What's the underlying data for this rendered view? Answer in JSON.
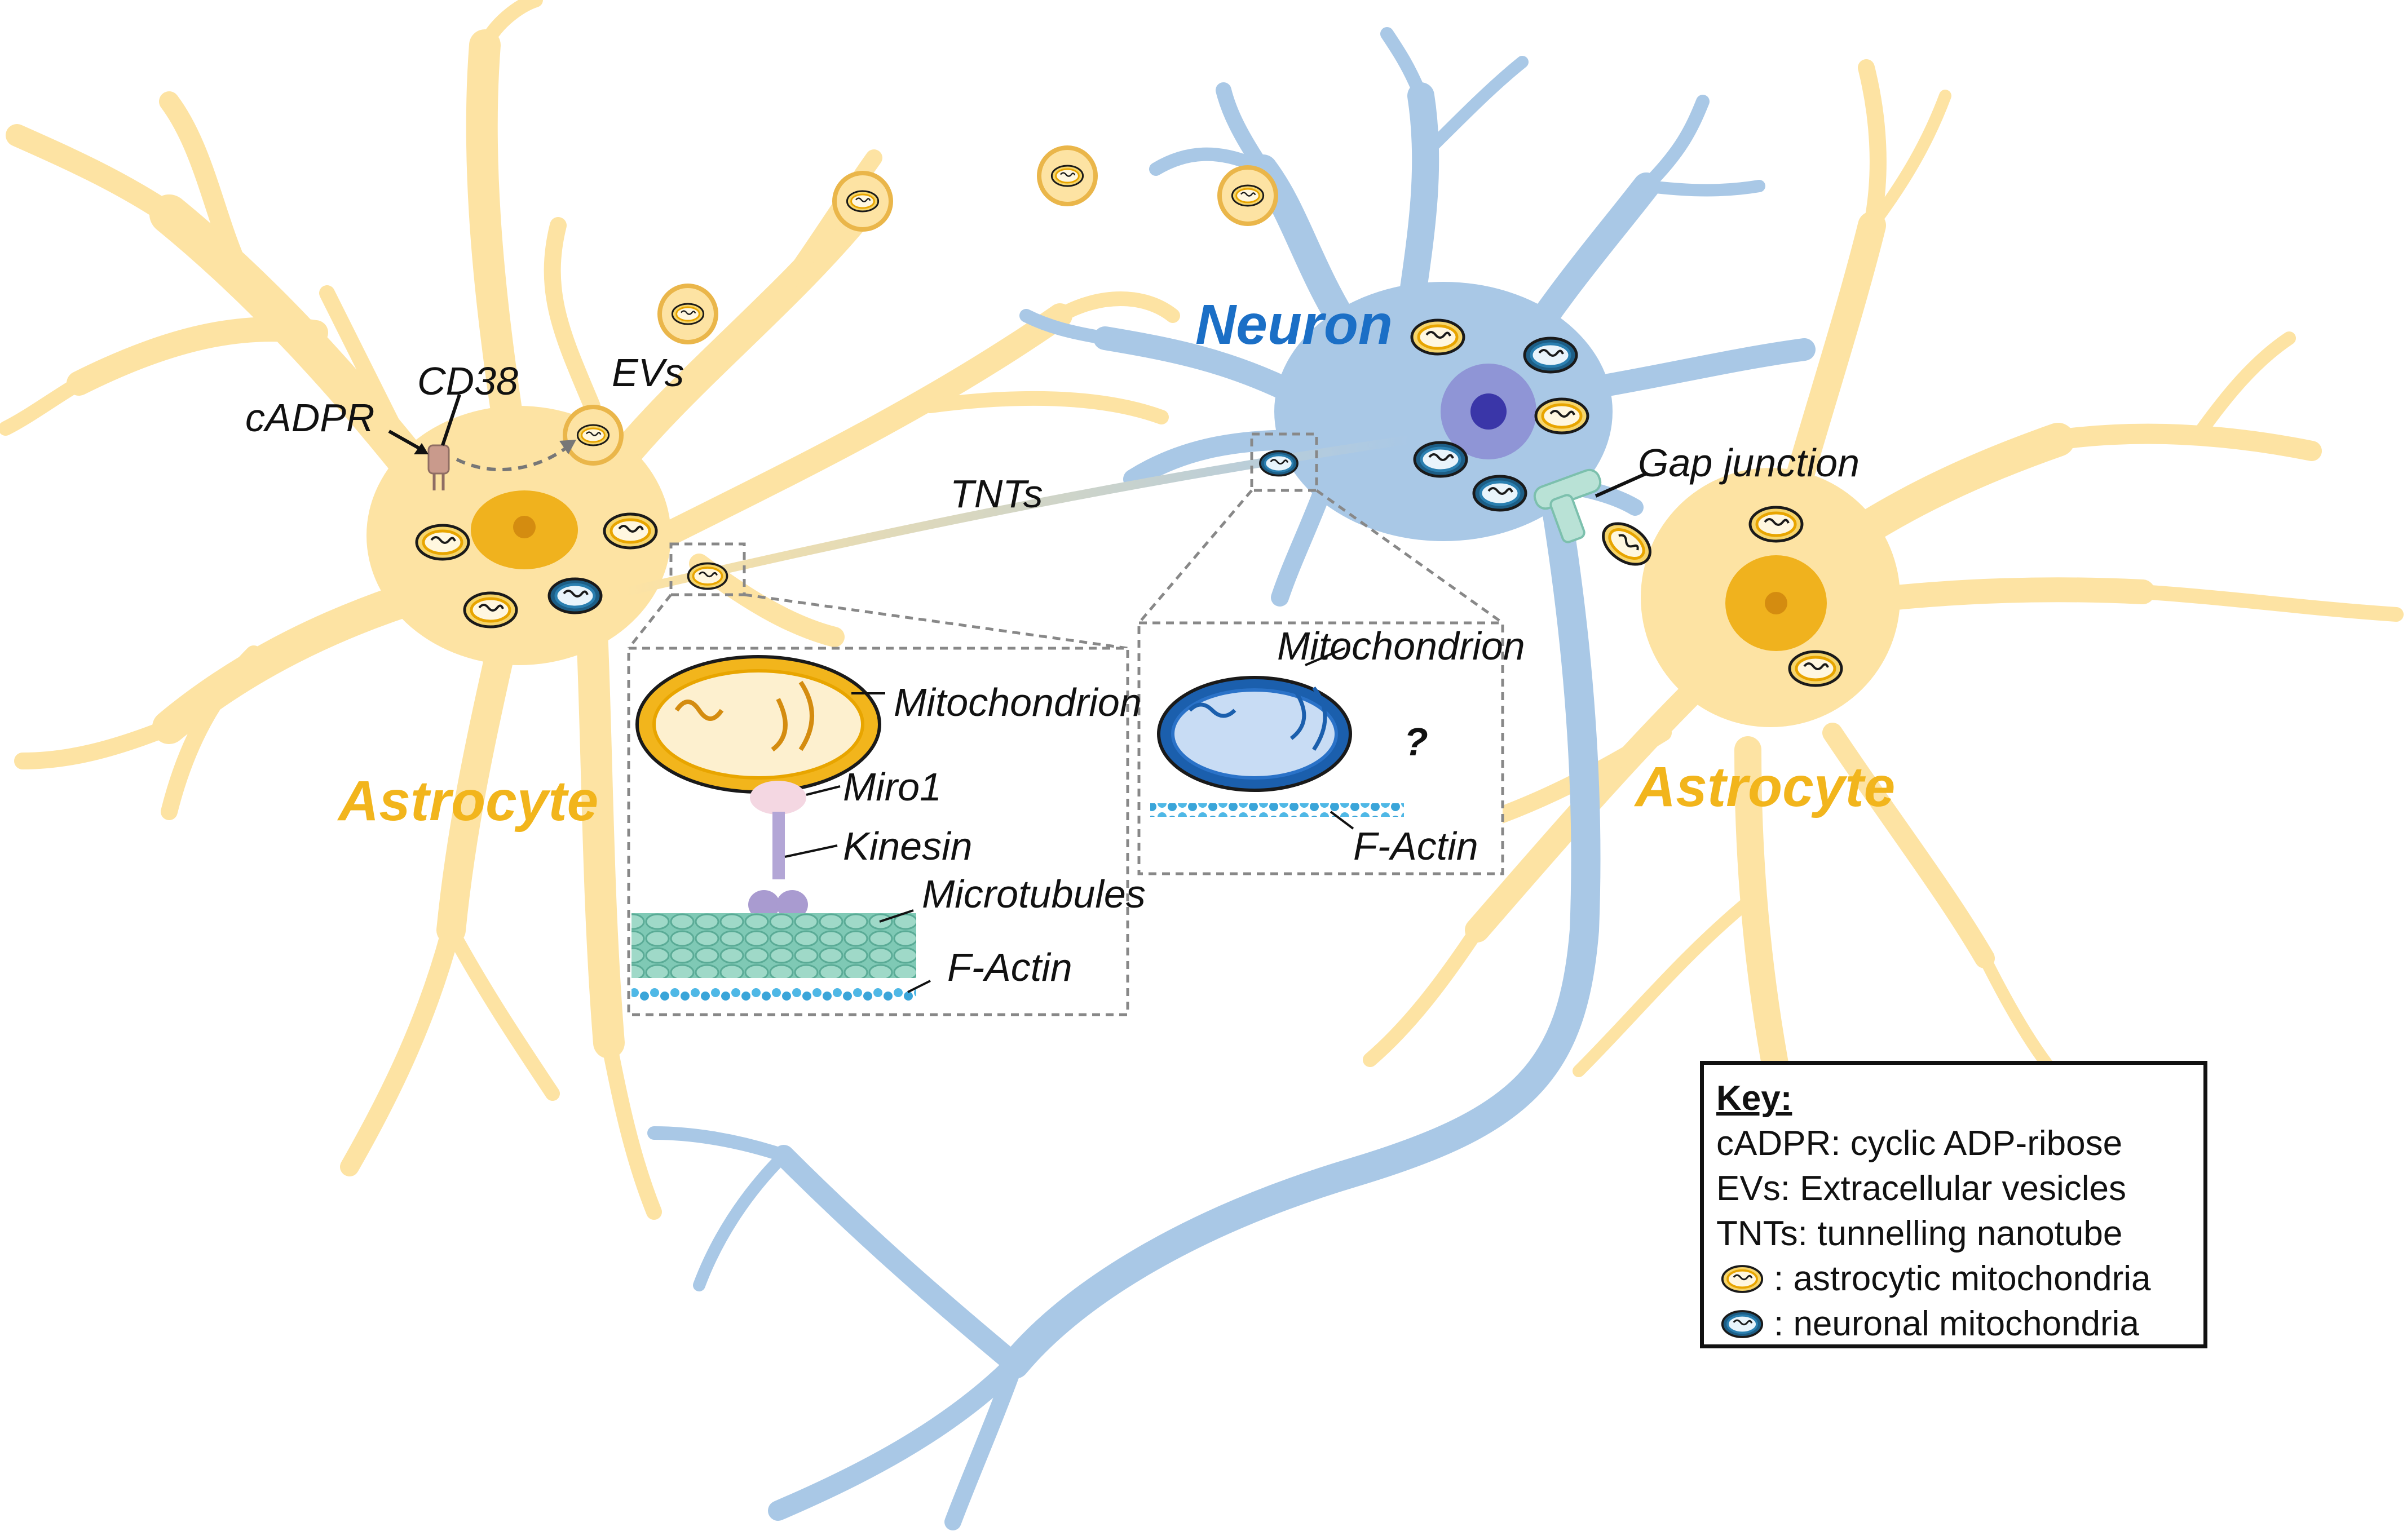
{
  "labels": {
    "astrocyte_left": "Astrocyte",
    "astrocyte_right": "Astrocyte",
    "neuron": "Neuron",
    "cadpr": "cADPR",
    "cd38": "CD38",
    "evs": "EVs",
    "tnts": "TNTs",
    "gap_junction": "Gap junction",
    "inset_left": {
      "mitochondrion": "Mitochondrion",
      "miro1": "Miro1",
      "kinesin": "Kinesin",
      "microtubules": "Microtubules",
      "f_actin": "F-Actin"
    },
    "inset_right": {
      "mitochondrion": "Mitochondrion",
      "question": "?",
      "f_actin": "F-Actin"
    }
  },
  "key": {
    "title": "Key:",
    "rows": [
      "cADPR: cyclic ADP-ribose",
      "EVs: Extracellular vesicles",
      "TNTs: tunnelling nanotube"
    ],
    "astro_mito": ": astrocytic mitochondria",
    "neuro_mito": ": neuronal mitochondria"
  },
  "colors": {
    "astrocyte_fill": "#fde3a3",
    "astrocyte_nucleus": "#f0b21e",
    "neuron_fill": "#a9c8e6",
    "neuron_nucleus": "#8f95d6",
    "neuron_label": "#1b6fc6",
    "astro_label": "#f2b51c",
    "astro_mito": "#e8a500",
    "neuro_mito": "#1d5e86"
  },
  "icons": [
    "astrocytic-mitochondrion-icon",
    "neuronal-mitochondrion-icon",
    "cd38-receptor-icon",
    "gap-junction-icon",
    "extracellular-vesicle-icon"
  ]
}
